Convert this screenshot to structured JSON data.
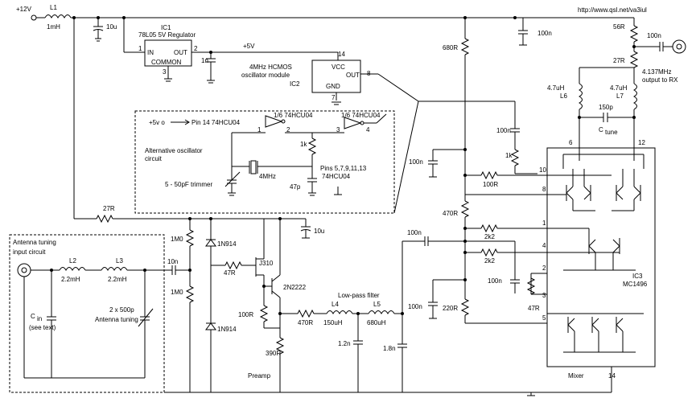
{
  "url": "http://www.qsl.net/va3iul",
  "supply": {
    "label": "+12V"
  },
  "inductors": {
    "l1": "L1",
    "l1_val": "1mH",
    "l2": "L2",
    "l2_val": "2.2mH",
    "l3": "L3",
    "l3_val": "2.2mH",
    "l4": "L4",
    "l4_val": "150uH",
    "l5": "L5",
    "l5_val": "680uH",
    "l6": "L6",
    "l6_val": "4.7uH",
    "l7": "L7",
    "l7_val": "4.7uH"
  },
  "ic1": {
    "name": "IC1",
    "desc": "78L05 5V Regulator",
    "pin_in": "IN",
    "pin_out": "OUT",
    "pin_common": "COMMON",
    "p1": "1",
    "p2": "2",
    "p3": "3"
  },
  "ic2": {
    "name": "IC2",
    "desc1": "4MHz HCMOS",
    "desc2": "oscillator module",
    "vcc": "VCC",
    "out": "OUT",
    "gnd": "GND",
    "p14": "14",
    "p8": "8",
    "p7": "7"
  },
  "ic3": {
    "name": "IC3",
    "desc": "MC1496",
    "block": "Mixer"
  },
  "rail5v": "+5V",
  "caps": {
    "c10u_top": "10u",
    "c1n": "1n",
    "c100n_top": "100n",
    "c100n_out": "100n",
    "c150p": "150p",
    "ctune_c": "C",
    "ctune_sub": "tune",
    "c100n_osc": "100n",
    "c100n_left": "100n",
    "c100n_coup": "100n",
    "c100n_mid": "100n",
    "c100n_low": "100n",
    "c10u_mid": "10u",
    "c10n": "10n",
    "c12n": "1.2n",
    "c18n": "1.8n",
    "cin_c": "C",
    "cin_sub": "in",
    "cin_note": "(see text)",
    "c47p": "47p",
    "trimmer": "5 - 50pF trimmer",
    "xtal": "4MHz",
    "antenna_cap_1": "2 x 500p",
    "antenna_cap_2": "Antenna tuning"
  },
  "resistors": {
    "r680": "680R",
    "r56": "56R",
    "r27out": "27R",
    "r1k": "1k",
    "r100": "100R",
    "r470": "470R",
    "r2k2a": "2k2",
    "r2k2b": "2k2",
    "r220": "220R",
    "r47mix": "47R",
    "r27bias": "27R",
    "r1m_top": "1M0",
    "r1m_bot": "1M0",
    "r47gate": "47R",
    "r100src": "100R",
    "r470lpf": "470R",
    "r390": "390R",
    "r1k_alt": "1k"
  },
  "diodes": {
    "d1": "1N914",
    "d2": "1N914"
  },
  "transistors": {
    "j310": "J310",
    "q2n2222": "2N2222"
  },
  "labels": {
    "output": "4.137MHz",
    "output2": "output to RX",
    "alt_pin14": "+5v o",
    "alt_pin14b": "Pin 14 74HCU04",
    "alt_gate1": "1/6 74HCU04",
    "alt_gate2": "1/6 74HCU04",
    "alt_p1": "1",
    "alt_p2": "2",
    "alt_p3": "3",
    "alt_p4": "4",
    "alt_title1": "Alternative oscillator",
    "alt_title2": "circuit",
    "alt_pins1": "Pins 5,7,9,11,13",
    "alt_pins2": "74HCU04",
    "antenna_title1": "Antenna tuning",
    "antenna_title2": "input circuit",
    "lpf": "Low-pass filter",
    "preamp": "Preamp",
    "mix_p6": "6",
    "mix_p12": "12",
    "mix_p10": "10",
    "mix_p8": "8",
    "mix_p1": "1",
    "mix_p4": "4",
    "mix_p2": "2",
    "mix_p3": "3",
    "mix_p5": "5",
    "mix_p14": "14"
  }
}
